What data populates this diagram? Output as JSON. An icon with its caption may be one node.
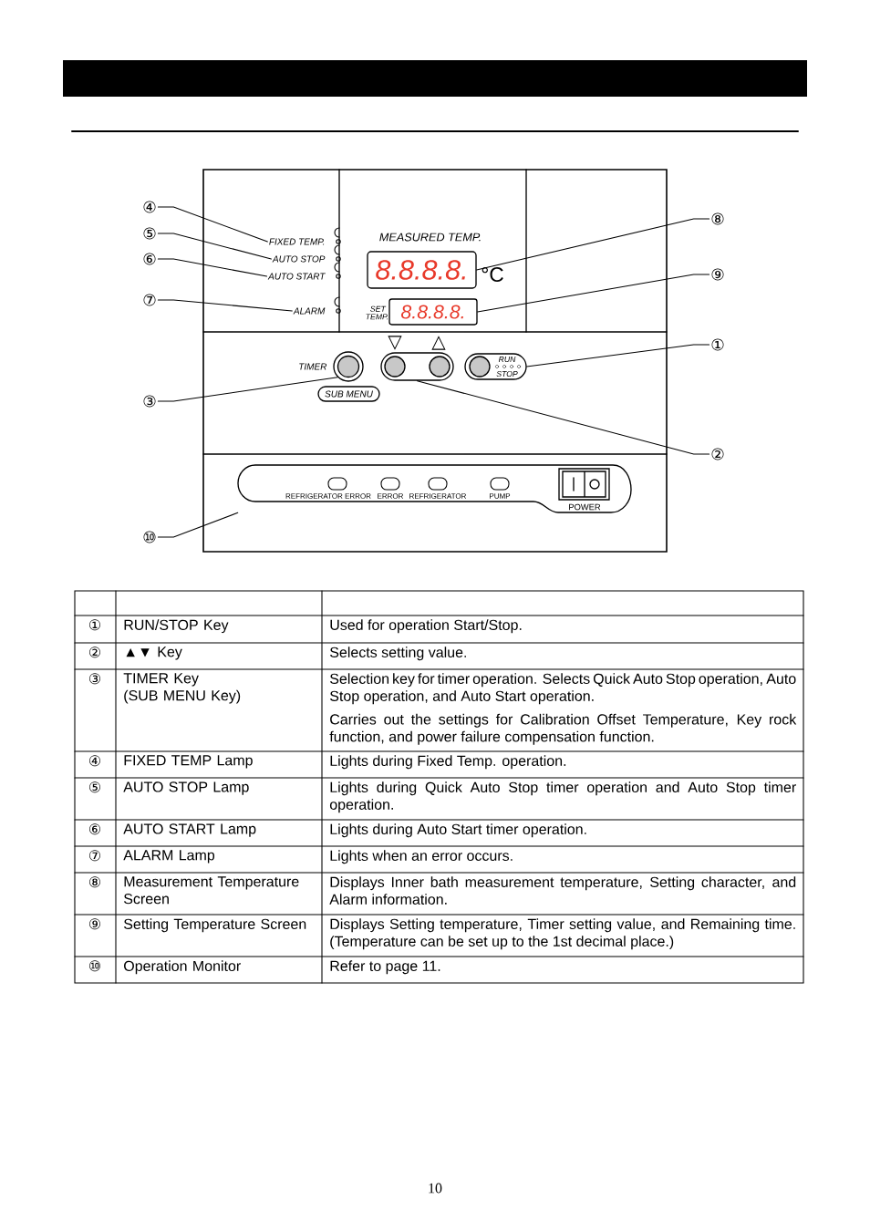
{
  "diagram": {
    "nodes": [
      {
        "text": [
          "④"
        ]
      },
      {
        "text": [
          "⑤"
        ]
      },
      {
        "text": [
          "⑥"
        ]
      },
      {
        "text": [
          "⑦"
        ]
      },
      {
        "text": [
          "③"
        ]
      },
      {
        "text": [
          "⑩"
        ]
      },
      {
        "text": [
          "⑧"
        ]
      },
      {
        "text": [
          "⑨"
        ]
      },
      {
        "text": [
          "①"
        ]
      },
      {
        "text": [
          "②"
        ]
      },
      {
        "text": [
          "FIXED TEMP."
        ]
      },
      {
        "text": [
          "AUTO STOP"
        ]
      },
      {
        "text": [
          "AUTO START"
        ]
      },
      {
        "text": [
          "ALARM"
        ]
      },
      {
        "text": [
          "8.8.8.8."
        ]
      },
      {
        "text": [
          "8.8.8.8."
        ]
      },
      {
        "text": [
          "RUN",
          "STOP"
        ]
      },
      {
        "text": [],
        "shape": "box"
      },
      {
        "text": [],
        "shape": "circle"
      },
      {
        "text": [
          "REFRIGERATOR ERROR",
          "ERROR",
          "REFRIGERATOR",
          "PUMP",
          "POWER"
        ]
      },
      {
        "text": [
          "SUB MENU"
        ]
      },
      {
        "text": [],
        "shape": "bar"
      }
    ],
    "edges": [
      {
        "from": 0,
        "to": 10,
        "arrow": "none"
      },
      {
        "from": 1,
        "to": 11,
        "arrow": "none"
      },
      {
        "from": 2,
        "to": 12,
        "arrow": "none"
      },
      {
        "from": 3,
        "to": 13,
        "arrow": "none"
      },
      {
        "from": 6,
        "to": 14,
        "arrow": "none"
      },
      {
        "from": 7,
        "to": 15,
        "arrow": "none"
      },
      {
        "from": 8,
        "to": 16,
        "arrow": "none"
      },
      {
        "from": 9,
        "to": 17,
        "arrow": "none"
      },
      {
        "from": 4,
        "to": 18,
        "arrow": "none"
      },
      {
        "from": 5,
        "to": 19,
        "arrow": "none"
      }
    ],
    "labels": [
      "MEASURED TEMP.",
      "°C",
      "SET TEMP.",
      "▽",
      "△",
      "TIMER",
      "①",
      "RUN/STOP Key",
      "Used for operation Start/Stop.",
      "②",
      "▲▼ Key",
      "Selects setting value.",
      "③",
      "TIMER Key",
      "(SUB MENU Key)",
      "Selection key for timer operation. Selects Quick Auto Stop operation, Auto Stop operation, and Auto Start operation.",
      "Carries out the settings for Calibration Offset Temperature, Key rock function, and power failure compensation function.",
      "④",
      "FIXED TEMP Lamp",
      "Lights during Fixed Temp. operation.",
      "⑤",
      "AUTO STOP Lamp",
      "Lights during Quick Auto Stop timer operation and Auto Stop timer operation.",
      "⑥",
      "AUTO START Lamp",
      "Lights during Auto Start timer operation.",
      "⑦",
      "ALARM Lamp",
      "Lights when an error occurs.",
      "⑧",
      "Measurement Temperature Screen",
      "Displays Inner bath measurement temperature, Setting character, and Alarm information.",
      "⑨",
      "Setting Temperature Screen",
      "Displays Setting temperature, Timer setting value, and Remaining time. (Temperature can be set up to the 1st decimal place.)",
      "⑩",
      "Operation Monitor",
      "Refer to page 11.",
      "10"
    ]
  }
}
